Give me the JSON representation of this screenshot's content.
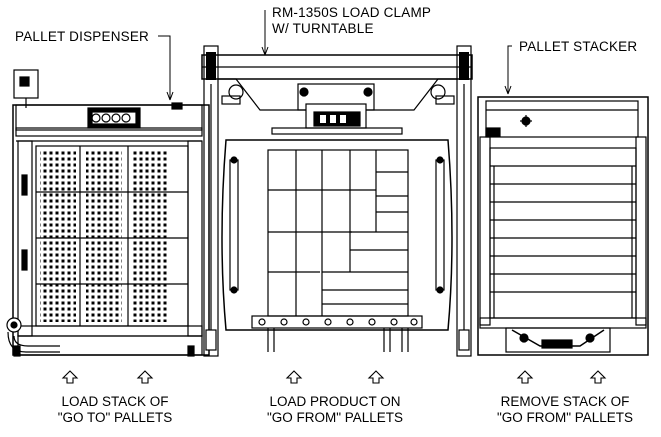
{
  "labels": {
    "dispenser": "PALLET DISPENSER",
    "clamp_line1": "RM-1350S LOAD CLAMP",
    "clamp_line2": "W/ TURNTABLE",
    "stacker": "PALLET STACKER"
  },
  "captions": {
    "left_line1": "LOAD STACK OF",
    "left_line2": "\"GO TO\" PALLETS",
    "center_line1": "LOAD PRODUCT ON",
    "center_line2": "\"GO FROM\" PALLETS",
    "right_line1": "REMOVE STACK OF",
    "right_line2": "\"GO FROM\" PALLETS"
  },
  "icons": {
    "arrow": "hollow-up-arrow-icon"
  }
}
